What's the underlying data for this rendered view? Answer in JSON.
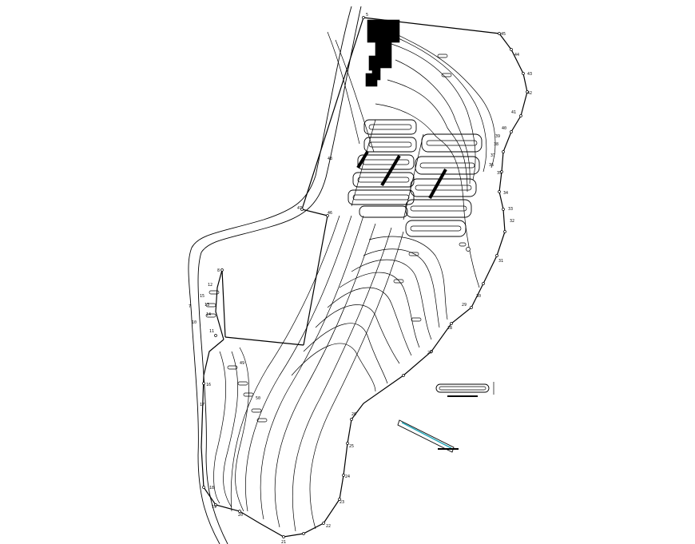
{
  "map": {
    "survey_point_labels": [
      "5",
      "8",
      "7",
      "10",
      "11",
      "12",
      "13",
      "14",
      "15",
      "16",
      "17",
      "18",
      "19",
      "20",
      "21",
      "22",
      "23",
      "24",
      "25",
      "26",
      "27",
      "28",
      "29",
      "30",
      "31",
      "32",
      "33",
      "34",
      "35",
      "36",
      "37",
      "38",
      "39",
      "40",
      "41",
      "42",
      "43",
      "44",
      "45",
      "46",
      "47",
      "48",
      "49",
      "50"
    ]
  }
}
